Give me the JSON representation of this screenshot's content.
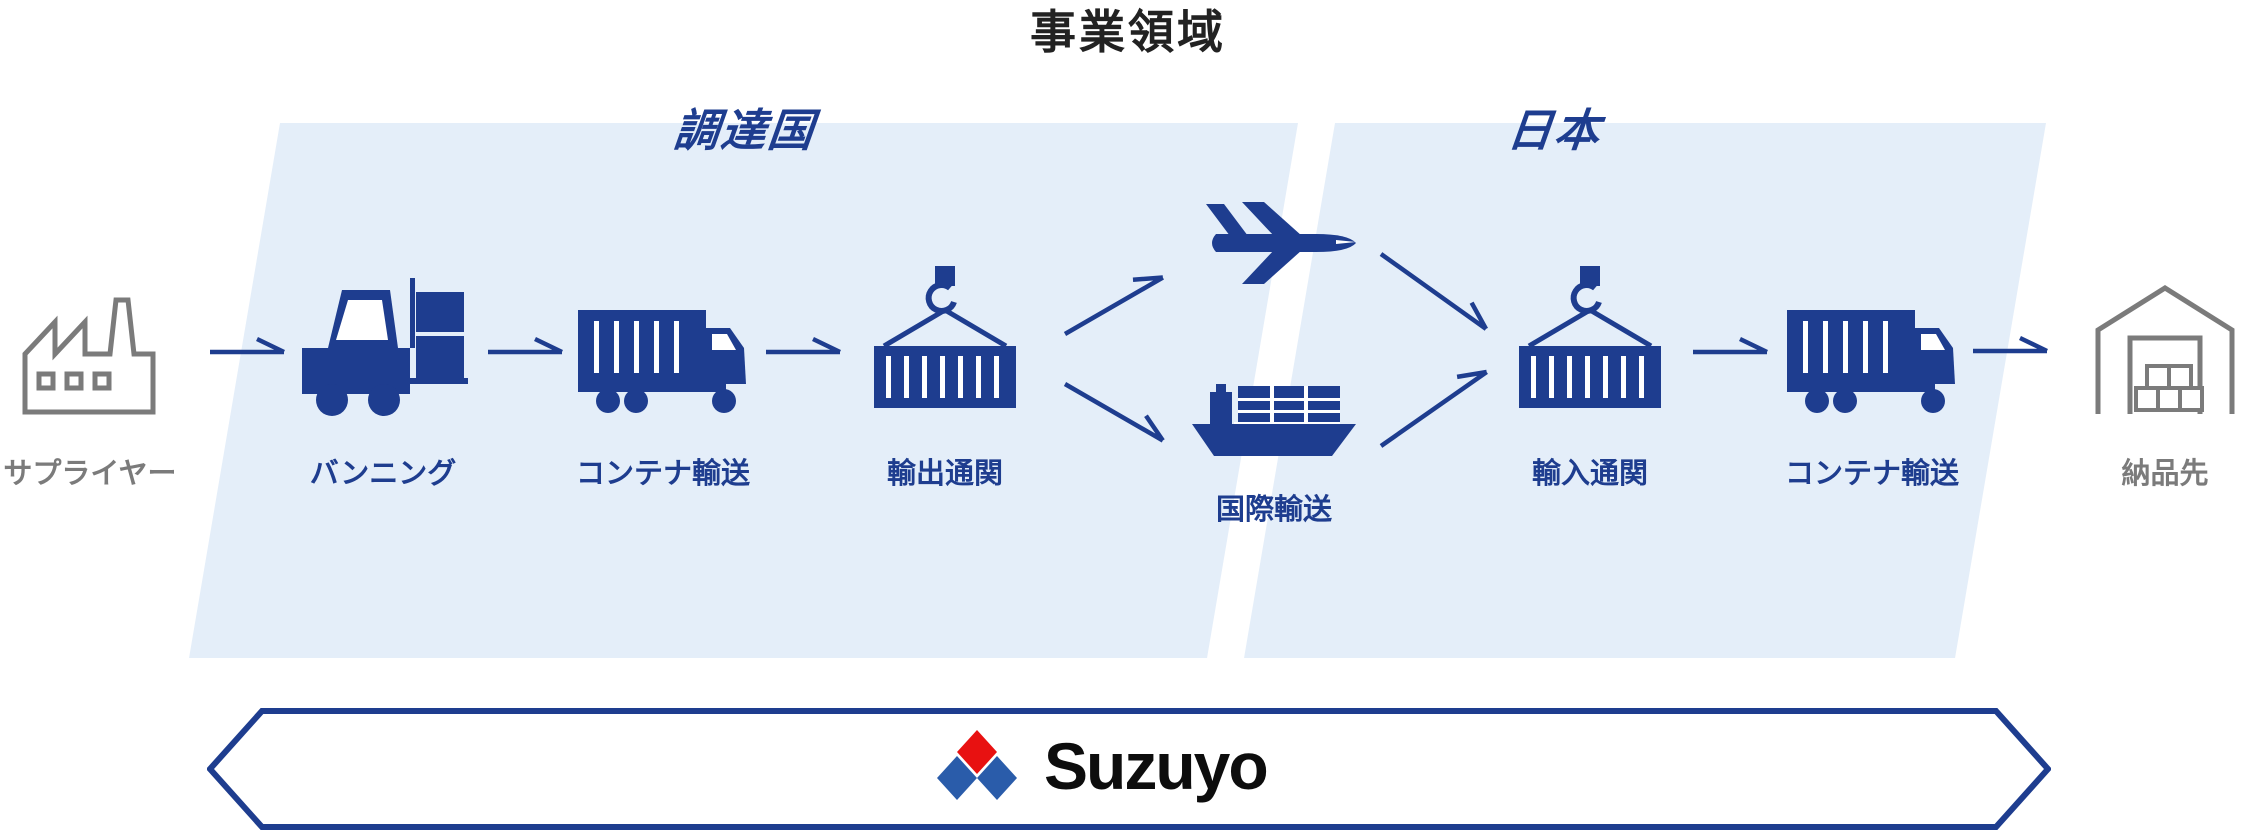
{
  "title": "事業領域",
  "regions": {
    "procurement": "調達国",
    "japan": "日本"
  },
  "flow": {
    "supplier_label": "サプライヤー",
    "vanning_label": "バンニング",
    "container_transport_out_label": "コンテナ輸送",
    "export_customs_label": "輸出通関",
    "international_transport_label": "国際輸送",
    "import_customs_label": "輸入通関",
    "container_transport_in_label": "コンテナ輸送",
    "delivery_label": "納品先"
  },
  "brand": {
    "logo_text": "Suzuyo"
  },
  "colors": {
    "navy": "#1e3d8f",
    "light_band": "#e4eef9",
    "gray_icon": "#7b7b7b",
    "logo_red": "#e81111",
    "logo_blue": "#2a5caa",
    "title_black": "#222222"
  }
}
